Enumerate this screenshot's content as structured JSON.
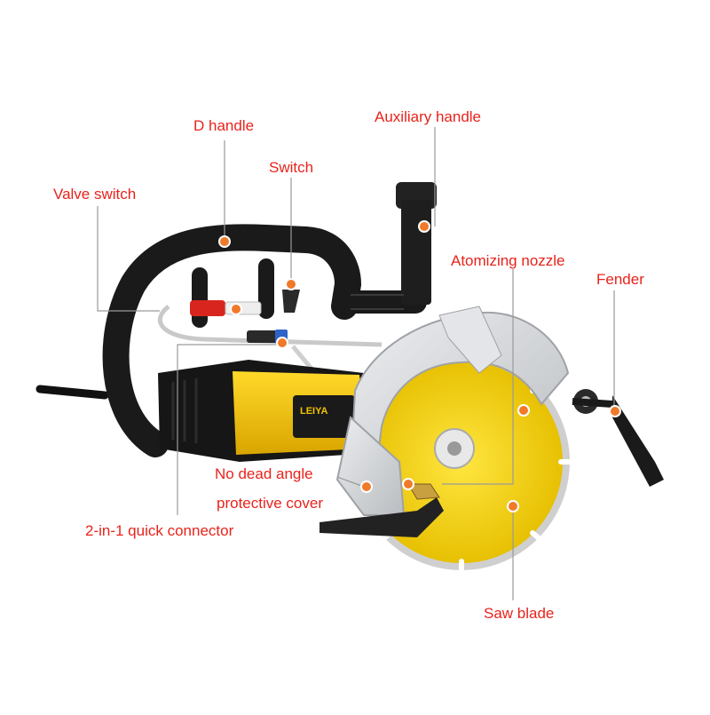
{
  "callouts": {
    "d_handle": "D handle",
    "auxiliary_handle": "Auxiliary handle",
    "switch": "Switch",
    "valve_switch": "Valve switch",
    "atomizing_nozzle": "Atomizing nozzle",
    "fender": "Fender",
    "no_dead_angle": "No dead angle",
    "protective_cover": "protective cover",
    "quick_connector": "2-in-1 quick connector",
    "saw_blade": "Saw blade"
  },
  "brand": {
    "name": "LEIYA"
  },
  "colors": {
    "label": "#e8231b",
    "marker": "#f07a2a",
    "leader": "#9a9a9a",
    "handle": "#1a1a1a",
    "motor_body": "#f2c200",
    "blade": "#f2d000",
    "guard": "#d7d9dc"
  }
}
